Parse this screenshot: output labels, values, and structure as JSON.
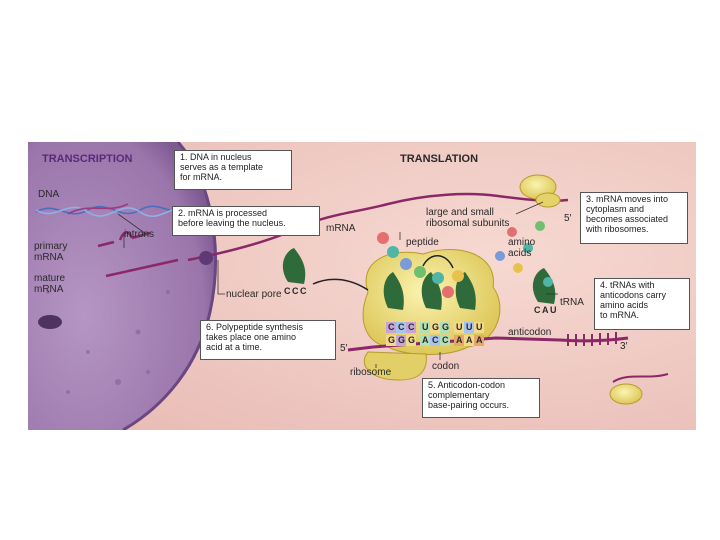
{
  "headings": {
    "transcription": "TRANSCRIPTION",
    "translation": "TRANSLATION"
  },
  "steps": [
    {
      "lines": [
        "1. DNA in nucleus",
        "serves as a template",
        "for mRNA."
      ]
    },
    {
      "lines": [
        "2. mRNA is processed",
        "before leaving the nucleus."
      ]
    },
    {
      "lines": [
        "3. mRNA moves into",
        "cytoplasm and",
        "becomes associated",
        "with ribosomes."
      ]
    },
    {
      "lines": [
        "4. tRNAs with",
        "anticodons carry",
        "amino acids",
        "to mRNA."
      ]
    },
    {
      "lines": [
        "5. Anticodon-codon",
        "complementary",
        "base-pairing occurs."
      ]
    },
    {
      "lines": [
        "6. Polypeptide synthesis",
        "takes place one amino",
        "acid at a time."
      ]
    }
  ],
  "labels": {
    "dna": "DNA",
    "introns": "introns",
    "primary_mrna": [
      "primary",
      "mRNA"
    ],
    "mature_mrna": [
      "mature",
      "mRNA"
    ],
    "nuclear_pore": "nuclear pore",
    "mrna": "mRNA",
    "peptide": "peptide",
    "subunits": [
      "large and small",
      "ribosomal subunits"
    ],
    "amino_acids": [
      "amino",
      "acids"
    ],
    "trna": "tRNA",
    "anticodon": "anticodon",
    "codon": "codon",
    "ribosome": "ribosome",
    "five_prime": "5′",
    "three_prime": "3′"
  },
  "bases": {
    "anticodons": [
      "C",
      "C",
      "C",
      "U",
      "G",
      "G",
      "U",
      "U",
      "U"
    ],
    "codons": [
      "G",
      "G",
      "G",
      "A",
      "C",
      "C",
      "A",
      "A",
      "A"
    ],
    "trna_right": [
      "C",
      "A",
      "U"
    ],
    "trna_exit": [
      "C",
      "C",
      "C"
    ]
  },
  "colors": {
    "cytoplasm": "#f0ccc6",
    "nucleus": "#a37eb2",
    "nucleus_dark": "#7e5a93",
    "mrna": "#8b2868",
    "ribosome": "#ece07a",
    "trna": "#2f6b3a",
    "dna_blue": "#4a6fc0"
  },
  "amino_acid_colors": [
    "#e36f6f",
    "#4fb5a6",
    "#7a9ad8",
    "#e8c24d",
    "#6fbf6f",
    "#d07fd0"
  ]
}
